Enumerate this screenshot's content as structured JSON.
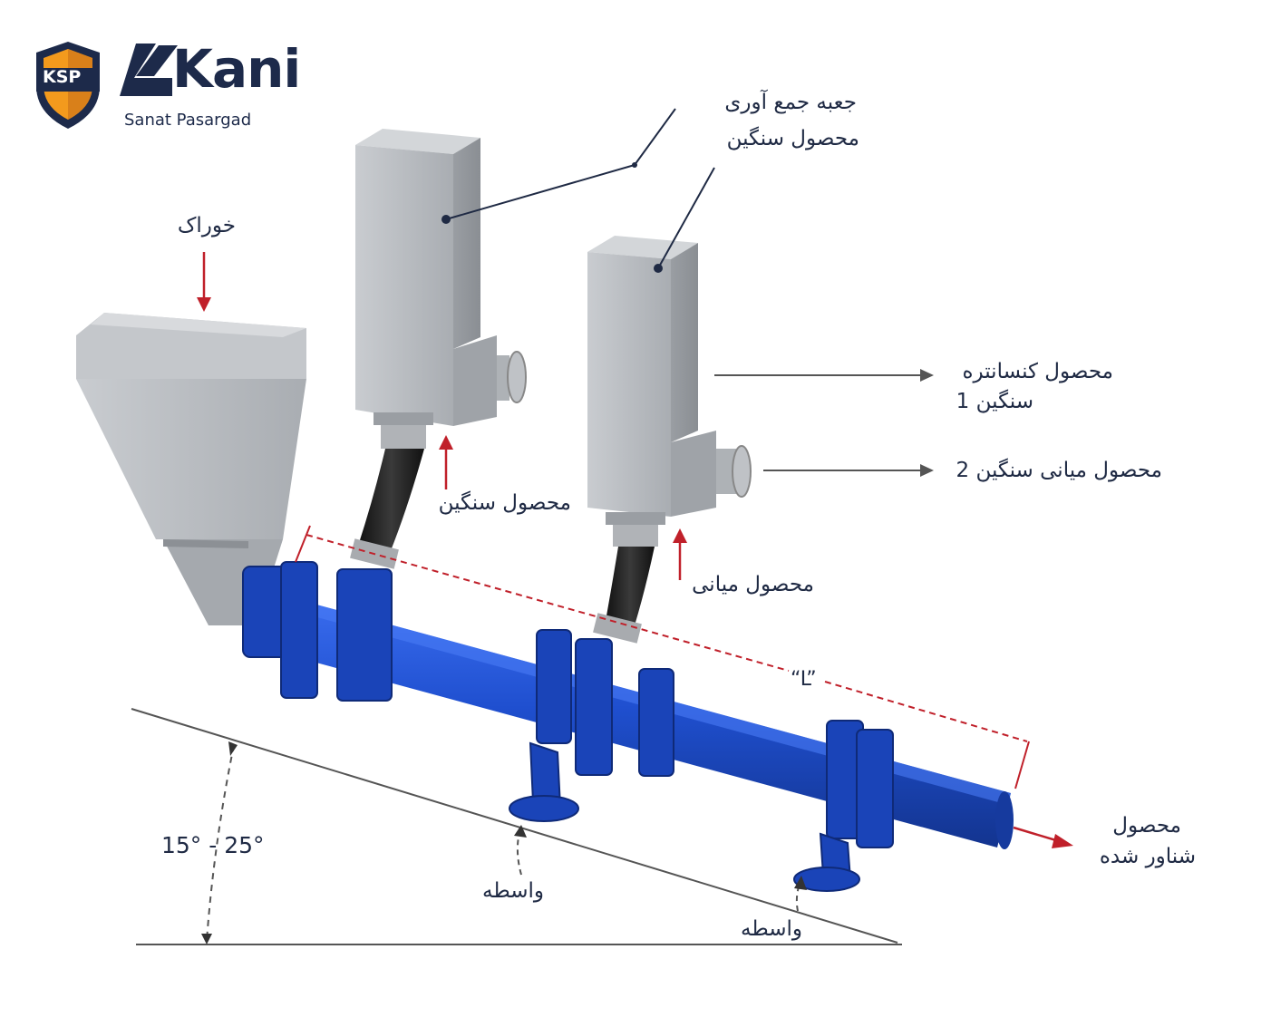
{
  "logo": {
    "badge": "KSP",
    "name": "Kani",
    "tagline": "Sanat Pasargad",
    "colors": {
      "navy": "#1d2a4a",
      "orange": "#f39a1d"
    }
  },
  "labels": {
    "feed": "خوراک",
    "heavy_box_line1": "جعبه جمع آوری",
    "heavy_box_line2": "محصول سنگین",
    "heavy_product": "محصول سنگین",
    "middle_product": "محصول میانی",
    "conc_line1": "محصول کنسانتره",
    "conc_line2": "سنگین 1",
    "middle_heavy_2": "محصول میانی سنگین 2",
    "float_line1": "محصول",
    "float_line2": "شناور شده",
    "medium_1": "واسطه",
    "medium_2": "واسطه",
    "length": "“L”",
    "angle": "15° - 25°"
  },
  "colors": {
    "pipe_blue": "#1f4fcf",
    "pipe_dark": "#163a9e",
    "steel_grey": "#b9bcc0",
    "hose_black": "#1a1a1a",
    "arrow_red": "#c0202a",
    "line_grey": "#555555",
    "text": "#1f2a44"
  }
}
